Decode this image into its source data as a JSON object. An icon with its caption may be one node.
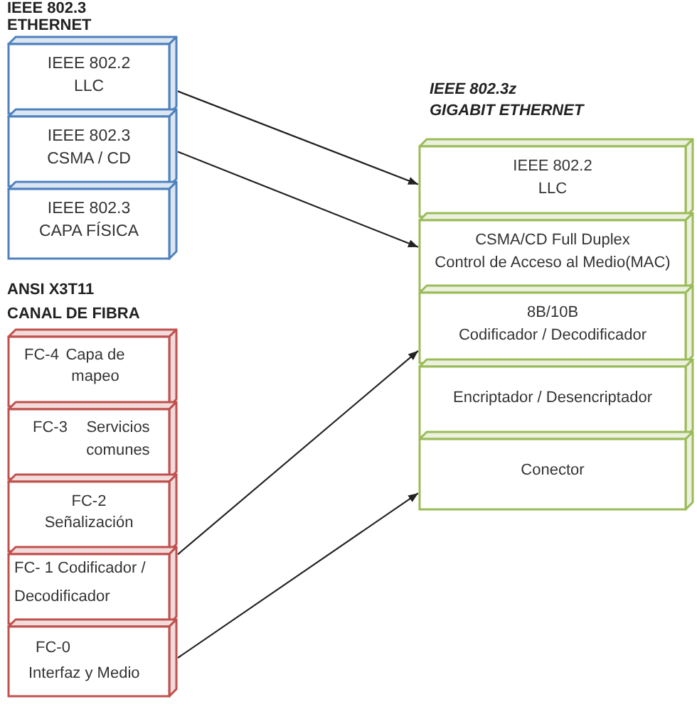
{
  "diagram": {
    "nodes": [
      {
        "text": [
          "IEEE 802.2",
          "LLC"
        ]
      },
      {
        "text": [
          "IEEE 802.3",
          "CSMA / CD"
        ]
      },
      {
        "text": [
          "IEEE 802.3",
          "CAPA FÍSICA"
        ]
      },
      {
        "text": [
          "IEEE 802.2",
          "LLC"
        ]
      },
      {
        "text": [
          "CSMA/CD Full Duplex",
          "Control de Acceso al Medio(MAC)"
        ]
      },
      {
        "text": [
          "8B/10B",
          "Codificador / Decodificador"
        ]
      },
      {
        "text": [
          "Encriptador / Desencriptador"
        ]
      },
      {
        "text": [
          "Conector"
        ]
      },
      {
        "text": [
          "FC-4",
          "Capa de mapeo"
        ]
      },
      {
        "text": [
          "FC-3",
          "Servicios comunes"
        ]
      },
      {
        "text": [
          "FC-2",
          "Señalización"
        ]
      },
      {
        "text": [
          "FC- 1 Codificador / Decodificador"
        ]
      },
      {
        "text": [
          "FC-0",
          "Interfaz y Medio"
        ]
      }
    ],
    "edges": [
      {
        "from": 0,
        "to": 3,
        "arrow": "to"
      },
      {
        "from": 1,
        "to": 4,
        "arrow": "to"
      },
      {
        "from": 11,
        "to": 5,
        "arrow": "to"
      },
      {
        "from": 12,
        "to": 7,
        "arrow": "to"
      }
    ],
    "labels": [
      "IEEE 802.3",
      "ETHERNET",
      "IEEE 802.3z",
      "GIGABIT ETHERNET",
      "ANSI X3T11",
      "CANAL DE FIBRA"
    ]
  }
}
